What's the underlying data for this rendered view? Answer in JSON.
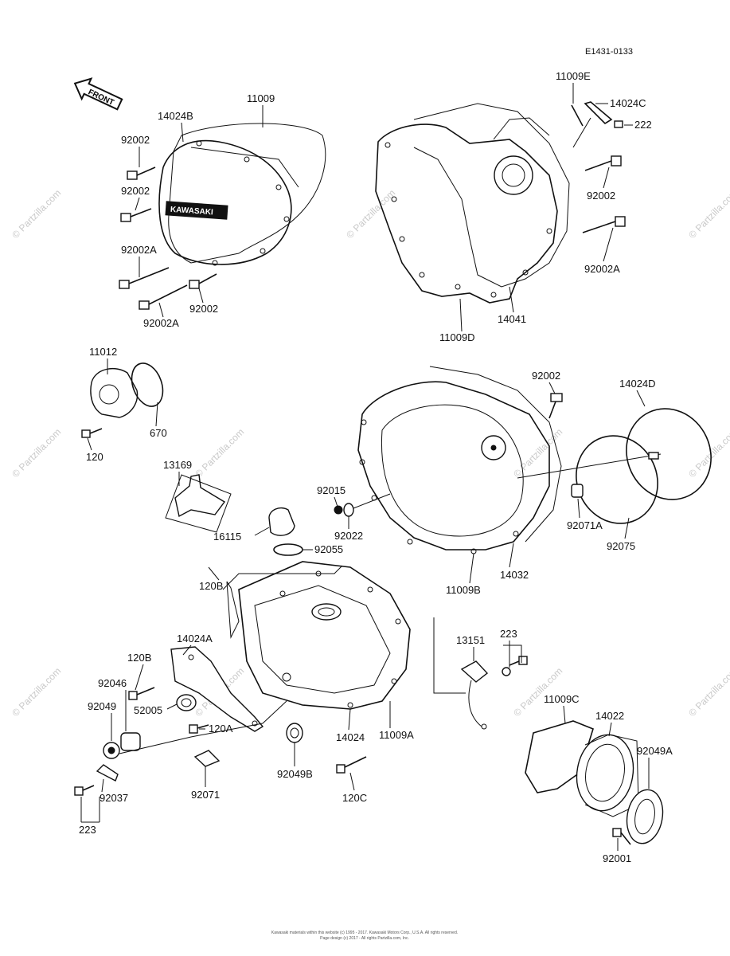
{
  "diagram": {
    "reference_code": "E1431-0133",
    "front_label": "FRONT",
    "emblem_text": "KAWASAKI",
    "watermark": "© Partzilla.com",
    "footer_line1": "Kawasaki materials within this website (c) 1995 - 2017. Kawasaki Motors Corp., U.S.A. All rights reserved.",
    "footer_line2": "Page design (c) 2017 - All rights Partzilla.com, Inc.",
    "part_labels": {
      "p11009": "11009",
      "p14024B": "14024B",
      "p92002_a": "92002",
      "p92002_b": "92002",
      "p92002A_a": "92002A",
      "p92002_c": "92002",
      "p92002A_b": "92002A",
      "p11009E": "11009E",
      "p14024C": "14024C",
      "p222": "222",
      "p92002_d": "92002",
      "p92002A_c": "92002A",
      "p14041": "14041",
      "p11009D": "11009D",
      "p11012": "11012",
      "p670": "670",
      "p120_a": "120",
      "p92002_e": "92002",
      "p14024D": "14024D",
      "p13169": "13169",
      "p92015": "92015",
      "p92022": "92022",
      "p92071A": "92071A",
      "p92075": "92075",
      "p16115": "16115",
      "p92055": "92055",
      "p120B_a": "120B",
      "p14032": "14032",
      "p11009B": "11009B",
      "p14024A": "14024A",
      "p13151": "13151",
      "p223_a": "223",
      "p120B_b": "120B",
      "p92046": "92046",
      "p92049": "92049",
      "p52005": "52005",
      "p120A": "120A",
      "p14024": "14024",
      "p11009A": "11009A",
      "p11009C": "11009C",
      "p14022": "14022",
      "p92049A": "92049A",
      "p92049B": "92049B",
      "p120C": "120C",
      "p92071": "92071",
      "p92037": "92037",
      "p223_b": "223",
      "p92001": "92001"
    }
  }
}
